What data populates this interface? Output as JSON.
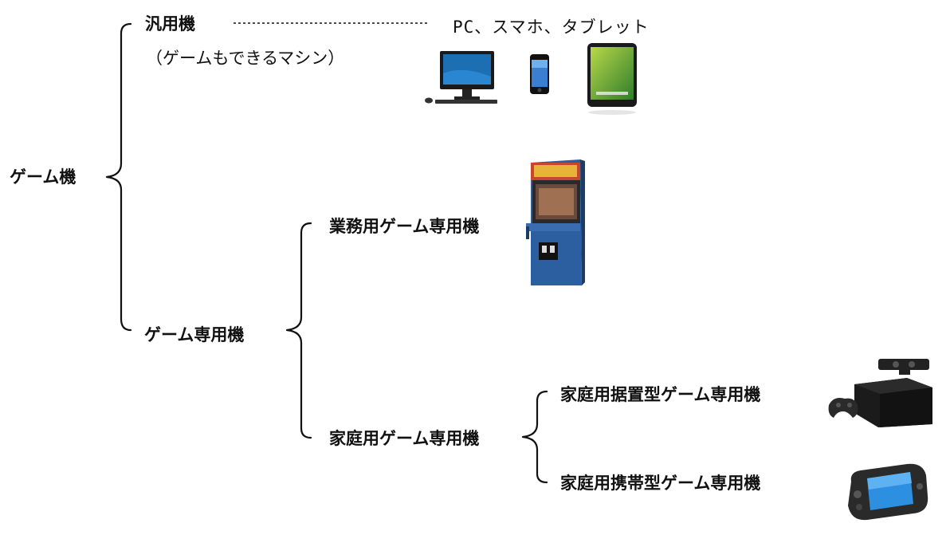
{
  "root": {
    "label": "ゲーム機"
  },
  "general": {
    "label": "汎用機",
    "note": "（ゲームもできるマシン）",
    "devices_text": "PC、スマホ、タブレット",
    "device_icons": [
      "desktop-pc-icon",
      "smartphone-icon",
      "tablet-icon"
    ]
  },
  "dedicated": {
    "label": "ゲーム専用機",
    "arcade": {
      "label": "業務用ゲーム専用機",
      "icon": "arcade-cabinet-icon"
    },
    "home": {
      "label": "家庭用ゲーム専用機",
      "stationary": {
        "label": "家庭用据置型ゲーム専用機",
        "icon": "home-console-icon"
      },
      "portable": {
        "label": "家庭用携帯型ゲーム専用機",
        "icon": "handheld-console-icon"
      }
    }
  }
}
